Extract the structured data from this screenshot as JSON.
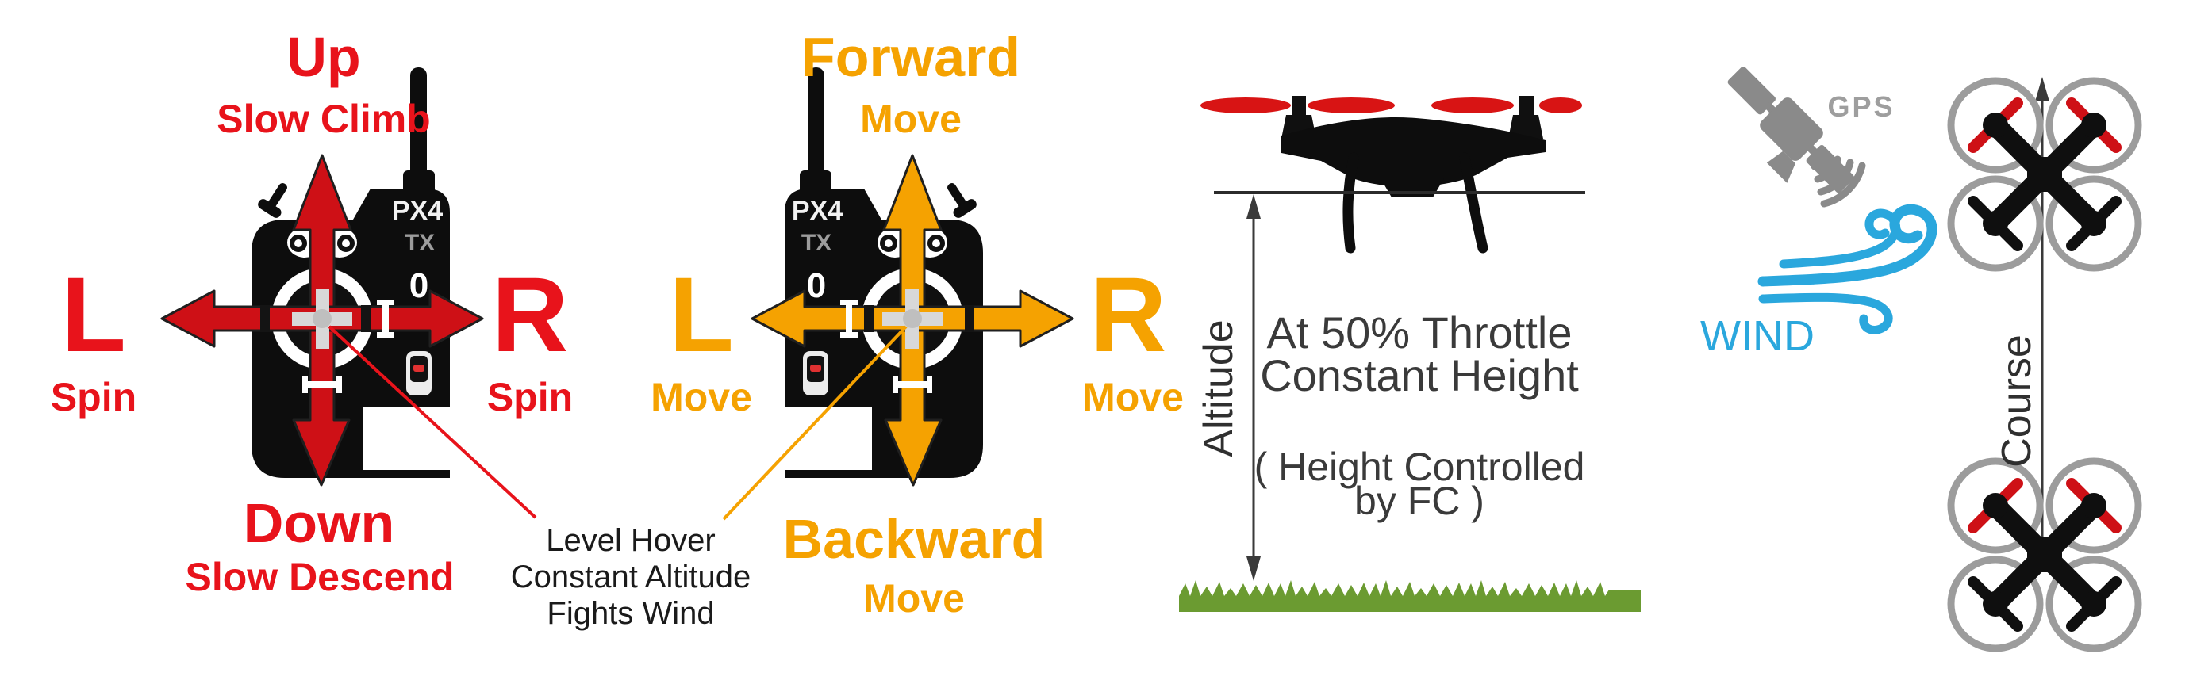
{
  "palette": {
    "red_label": "#e8131b",
    "red_arrow": "#ce1016",
    "orange_label": "#f5a201",
    "orange_arrow": "#f5a201",
    "wind_blue": "#2aa7dd",
    "grass_green": "#6b9b31"
  },
  "tx_throttle": {
    "brand": "PX4",
    "type": "TX",
    "knob": "0",
    "up": "Up",
    "up_sub": "Slow Climb",
    "left": "L",
    "left_sub": "Spin",
    "right": "R",
    "right_sub": "Spin",
    "down": "Down",
    "down_sub": "Slow Descend"
  },
  "tx_pitch_roll": {
    "brand": "PX4",
    "type": "TX",
    "knob": "0",
    "up": "Forward",
    "up_sub": "Move",
    "left": "L",
    "left_sub": "Move",
    "right": "R",
    "right_sub": "Move",
    "down": "Backward",
    "down_sub": "Move"
  },
  "callout": {
    "line1": "Level Hover",
    "line2": "Constant Altitude",
    "line3": "Fights Wind"
  },
  "altitude_diagram": {
    "axis": "Altitude",
    "line1": "At 50% Throttle",
    "line2": "Constant Height",
    "line3": "( Height Controlled",
    "line4": "by FC )"
  },
  "gps": {
    "label": "GPS"
  },
  "wind": {
    "label": "WIND"
  },
  "course": {
    "label": "Course"
  }
}
